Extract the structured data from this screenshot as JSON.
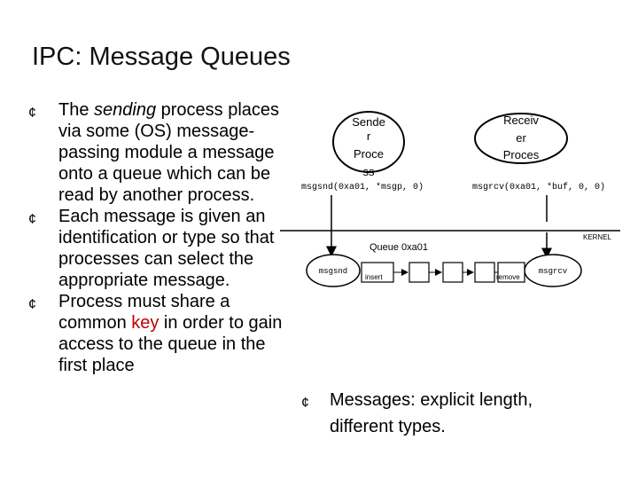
{
  "title": "IPC: Message Queues",
  "bullet_mark": "¢",
  "bullets": {
    "b1_pre": "The ",
    "b1_em": "sending",
    "b1_post": " process places via some (OS) message-passing module a message onto a queue which can be read by another process.",
    "b2": "Each message is given an identification or type so that processes can select the appropriate message.",
    "b3_pre": "Process must share a common ",
    "b3_key": "key",
    "b3_post": " in order to gain access to the queue in the first place"
  },
  "bullet_messages": "Messages: explicit length, different types.",
  "diagram": {
    "sender_lines": [
      "Sende",
      "r",
      "Proce",
      "ss"
    ],
    "receiver_lines": [
      "Receiv",
      "er",
      "Proces"
    ],
    "msgsnd_call": "msgsnd(0xa01, *msgp, 0)",
    "msgrcv_call": "msgrcv(0xa01, *buf, 0, 0)",
    "kernel_label": "KERNEL",
    "queue_label": "Queue 0xa01",
    "msgsnd_box": "msgsnd",
    "msgrcv_box": "msgrcv",
    "insert_label": "insert",
    "remove_label": "remove"
  },
  "colors": {
    "key": "#c00000",
    "text": "#000000"
  }
}
